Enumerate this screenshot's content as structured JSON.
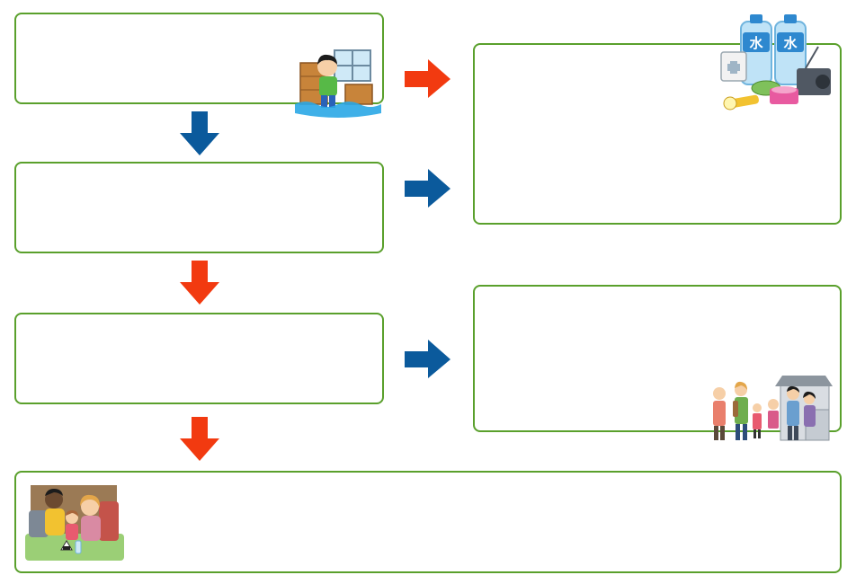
{
  "boxes": [
    {
      "id": "step-1",
      "text": ""
    },
    {
      "id": "step-2",
      "text": ""
    },
    {
      "id": "step-3",
      "text": ""
    },
    {
      "id": "step-4",
      "text": ""
    },
    {
      "id": "supplies",
      "text": ""
    },
    {
      "id": "evacuation",
      "text": ""
    }
  ],
  "illustrations": {
    "flood": "flooded-room-boy-icon",
    "supplies": "emergency-supplies-icon",
    "evacuation": "family-evacuating-icon",
    "shelter": "family-in-shelter-icon",
    "water_label": "水"
  },
  "colors": {
    "border": "#5aa02c",
    "arrow_blue": "#0b5a9c",
    "arrow_red": "#f23a10"
  }
}
